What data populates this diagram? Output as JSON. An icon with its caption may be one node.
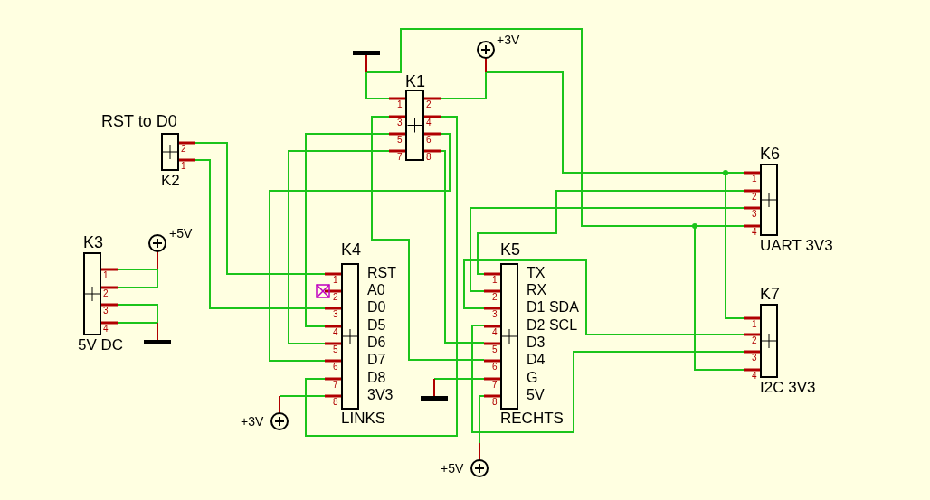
{
  "diagram": {
    "nodes": [
      {
        "text": [
          "K1"
        ]
      },
      {
        "text": [
          "RST to D0",
          "K2"
        ]
      },
      {
        "text": [
          "K3",
          "5V DC"
        ]
      },
      {
        "text": [
          "K4",
          "LINKS"
        ]
      },
      {
        "text": [
          "K5",
          "RECHTS"
        ]
      },
      {
        "text": [
          "K6",
          "UART 3V3"
        ]
      },
      {
        "text": [
          "K7",
          "I2C 3V3"
        ]
      },
      {
        "text": [],
        "shape": "bar"
      },
      {
        "text": [
          "+3V"
        ]
      },
      {
        "text": [
          "+5V"
        ]
      },
      {
        "text": [],
        "shape": "bar"
      },
      {
        "text": [
          "+3V"
        ]
      },
      {
        "text": [],
        "shape": "bar"
      },
      {
        "text": [
          "+5V"
        ]
      }
    ],
    "edges": [
      {
        "from": 0,
        "to": 7,
        "arrow": "none"
      },
      {
        "from": 0,
        "to": 8,
        "arrow": "none"
      },
      {
        "from": 7,
        "to": 5,
        "arrow": "none"
      },
      {
        "from": 7,
        "to": 6,
        "arrow": "none"
      },
      {
        "from": 8,
        "to": 5,
        "arrow": "none"
      },
      {
        "from": 8,
        "to": 6,
        "arrow": "none"
      },
      {
        "from": 0,
        "to": 4,
        "arrow": "none"
      },
      {
        "from": 0,
        "to": 3,
        "arrow": "none"
      },
      {
        "from": 0,
        "to": 3,
        "arrow": "none"
      },
      {
        "from": 0,
        "to": 3,
        "arrow": "none"
      },
      {
        "from": 0,
        "to": 4,
        "arrow": "none"
      },
      {
        "from": 0,
        "to": 3,
        "arrow": "none"
      },
      {
        "from": 1,
        "to": 3,
        "arrow": "none"
      },
      {
        "from": 1,
        "to": 3,
        "arrow": "none"
      },
      {
        "from": 2,
        "to": 9,
        "arrow": "none"
      },
      {
        "from": 2,
        "to": 9,
        "arrow": "none"
      },
      {
        "from": 2,
        "to": 10,
        "arrow": "none"
      },
      {
        "from": 2,
        "to": 10,
        "arrow": "none"
      },
      {
        "from": 3,
        "to": 11,
        "arrow": "none"
      },
      {
        "from": 4,
        "to": 12,
        "arrow": "none"
      },
      {
        "from": 4,
        "to": 13,
        "arrow": "none"
      },
      {
        "from": 4,
        "to": 5,
        "arrow": "none"
      },
      {
        "from": 4,
        "to": 5,
        "arrow": "none"
      },
      {
        "from": 4,
        "to": 6,
        "arrow": "none"
      },
      {
        "from": 4,
        "to": 6,
        "arrow": "none"
      }
    ],
    "labels": [
      "2",
      "1",
      "1",
      "2",
      "3",
      "4",
      "5",
      "6",
      "7",
      "8",
      "1",
      "2",
      "3",
      "4",
      "1",
      "2",
      "3",
      "4",
      "5",
      "6",
      "7",
      "8",
      "RST",
      "A0",
      "D0",
      "D5",
      "D6",
      "D7",
      "D8",
      "3V3",
      "1",
      "2",
      "3",
      "4",
      "5",
      "6",
      "7",
      "8",
      "TX",
      "RX",
      "D1 SDA",
      "D2 SCL",
      "D3",
      "D4",
      "G",
      "5V",
      "1",
      "2",
      "3",
      "4",
      "1",
      "2",
      "3",
      "4"
    ]
  }
}
